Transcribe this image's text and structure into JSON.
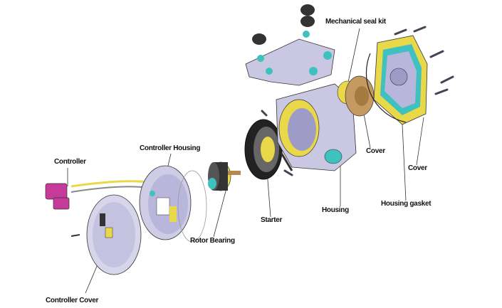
{
  "labels": {
    "mechanical_seal_kit": "Mechanical seal kit",
    "controller_housing": "Controller Housing",
    "controller": "Controller",
    "cover_inner": "Cover",
    "cover_outer": "Cover",
    "housing_gasket": "Housing gasket",
    "housing": "Housing",
    "starter": "Starter",
    "rotor_bearing": "Rotor Bearing",
    "controller_cover": "Controller Cover"
  },
  "colors": {
    "yellow": "#e8d84a",
    "lavender": "#b9b6dc",
    "teal": "#3fc1c0",
    "magenta": "#c63a9a",
    "bronze": "#b58a50",
    "dark": "#333333"
  }
}
